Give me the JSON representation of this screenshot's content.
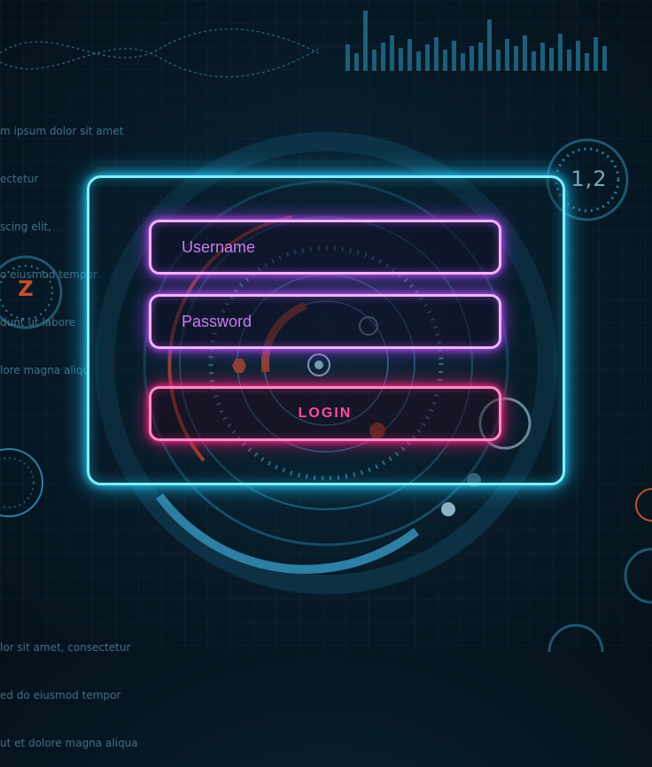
{
  "login_form": {
    "username_placeholder": "Username",
    "password_placeholder": "Password",
    "login_label": "LOGIN"
  },
  "hud": {
    "number_readout": "1,2",
    "letter_readout": "Z",
    "text_top_lines": [
      "m ipsum dolor sit amet",
      "ectetur",
      "scing elit,",
      "o eiusmod tempor",
      "dunt ut labore",
      "lore magna aliqu"
    ],
    "text_bottom_lines": [
      "lor sit amet, consectetur",
      "ed do eiusmod tempor",
      "ut et dolore magna aliqua"
    ]
  },
  "colors": {
    "panel_border": "#7ef0ff",
    "field_border": "#f2b5ff",
    "login_border": "#ff8cc6",
    "accent_orange": "#c2502e"
  }
}
